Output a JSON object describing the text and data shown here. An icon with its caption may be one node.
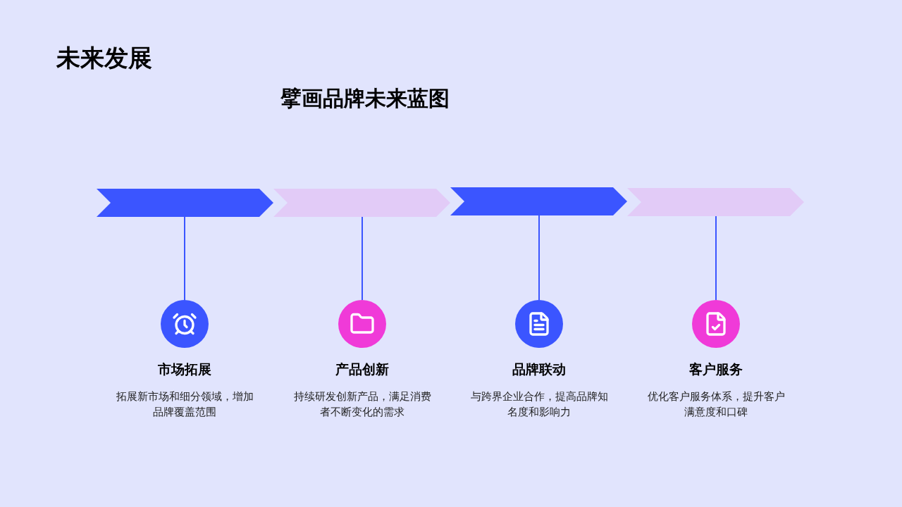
{
  "diagram": {
    "title": "未来发展",
    "caption": "擘画品牌未来蓝图",
    "nodes": [
      {
        "text": [],
        "shape": "chevron"
      },
      {
        "text": [],
        "shape": "chevron"
      },
      {
        "text": [],
        "shape": "chevron"
      },
      {
        "text": [],
        "shape": "chevron"
      },
      {
        "text": [],
        "shape": "circle",
        "beside": [
          "市场拓展",
          "拓展新市场和细分领域，增加品牌覆盖范围"
        ]
      },
      {
        "text": [],
        "shape": "circle",
        "beside": [
          "产品创新",
          "持续研发创新产品，满足消费者不断变化的需求"
        ]
      },
      {
        "text": [],
        "shape": "circle",
        "beside": [
          "品牌联动",
          "与跨界企业合作，提高品牌知名度和影响力"
        ]
      },
      {
        "text": [],
        "shape": "circle",
        "beside": [
          "客户服务",
          "优化客户服务体系，提升客户满意度和口碑"
        ]
      }
    ],
    "edges": [
      {
        "from": 0,
        "to": 4,
        "arrow": "none"
      },
      {
        "from": 1,
        "to": 5,
        "arrow": "none"
      },
      {
        "from": 2,
        "to": 6,
        "arrow": "none"
      },
      {
        "from": 3,
        "to": 7,
        "arrow": "none"
      }
    ]
  }
}
